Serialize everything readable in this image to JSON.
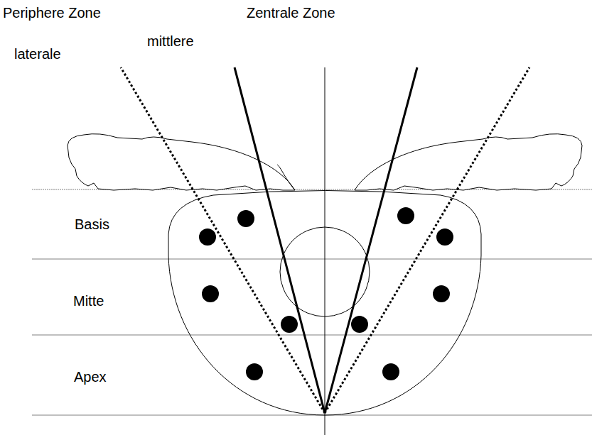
{
  "diagram": {
    "labels": [
      "Periphere Zone",
      "Zentrale Zone",
      "laterale",
      "mittlere",
      "Basis",
      "Mitte",
      "Apex"
    ]
  }
}
